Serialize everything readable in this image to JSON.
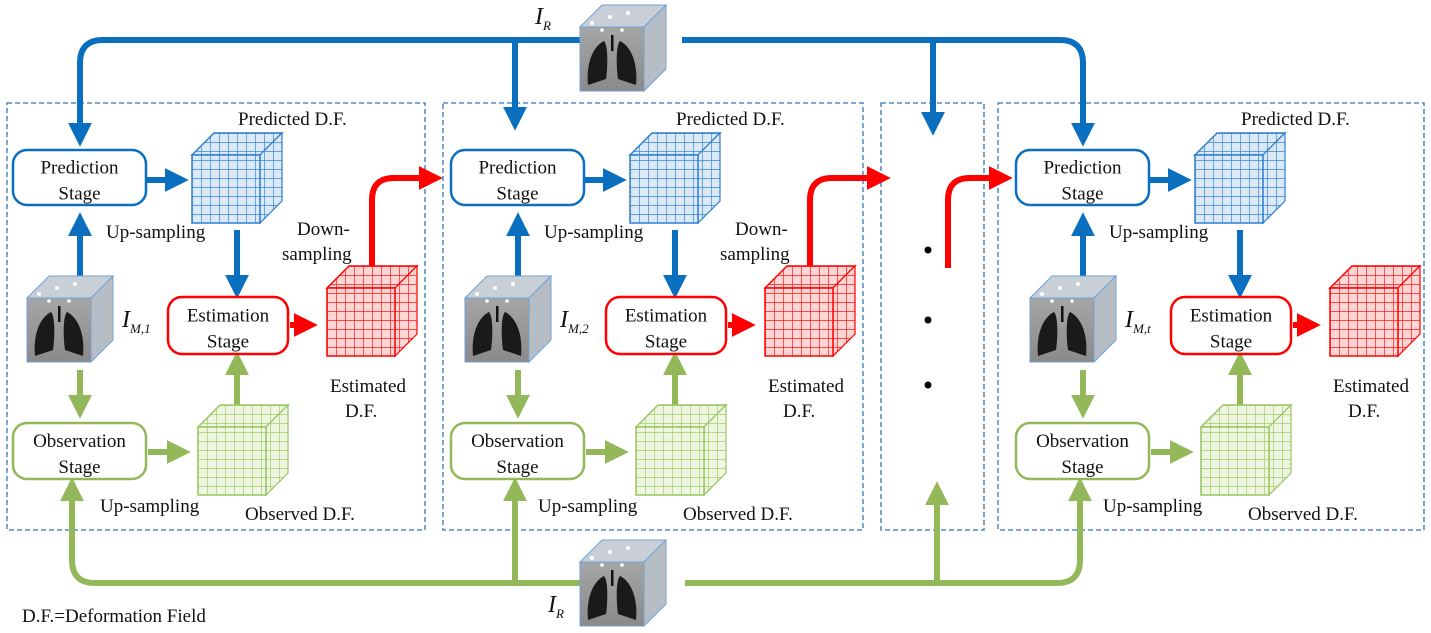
{
  "colors": {
    "prediction": "#0b6fbf",
    "estimation": "#ff0000",
    "observation": "#92b85a",
    "frame": "#2e75b6",
    "text": "#111111"
  },
  "reference_image": {
    "symbol": "I",
    "subscript": "R"
  },
  "legend": {
    "text": "D.F.=Deformation Field"
  },
  "ellipsis": {
    "dots": 3
  },
  "stages": [
    {
      "moving_image": {
        "symbol": "I",
        "subscript": "M,1"
      },
      "prediction_stage": {
        "line1": "Prediction",
        "line2": "Stage"
      },
      "estimation_stage": {
        "line1": "Estimation",
        "line2": "Stage"
      },
      "observation_stage": {
        "line1": "Observation",
        "line2": "Stage"
      },
      "predicted_df": "Predicted D.F.",
      "estimated_df": {
        "line1": "Estimated",
        "line2": "D.F."
      },
      "observed_df": "Observed D.F.",
      "upsampling_pred": "Up-sampling",
      "upsampling_obs": "Up-sampling",
      "downsampling": {
        "line1": "Down-",
        "line2": "sampling"
      }
    },
    {
      "moving_image": {
        "symbol": "I",
        "subscript": "M,2"
      },
      "prediction_stage": {
        "line1": "Prediction",
        "line2": "Stage"
      },
      "estimation_stage": {
        "line1": "Estimation",
        "line2": "Stage"
      },
      "observation_stage": {
        "line1": "Observation",
        "line2": "Stage"
      },
      "predicted_df": "Predicted D.F.",
      "estimated_df": {
        "line1": "Estimated",
        "line2": "D.F."
      },
      "observed_df": "Observed D.F.",
      "upsampling_pred": "Up-sampling",
      "upsampling_obs": "Up-sampling",
      "downsampling": {
        "line1": "Down-",
        "line2": "sampling"
      }
    },
    {
      "moving_image": {
        "symbol": "I",
        "subscript": "M,t"
      },
      "prediction_stage": {
        "line1": "Prediction",
        "line2": "Stage"
      },
      "estimation_stage": {
        "line1": "Estimation",
        "line2": "Stage"
      },
      "observation_stage": {
        "line1": "Observation",
        "line2": "Stage"
      },
      "predicted_df": "Predicted D.F.",
      "estimated_df": {
        "line1": "Estimated",
        "line2": "D.F."
      },
      "observed_df": "Observed D.F.",
      "upsampling_pred": "Up-sampling",
      "upsampling_obs": "Up-sampling",
      "downsampling": null
    }
  ]
}
